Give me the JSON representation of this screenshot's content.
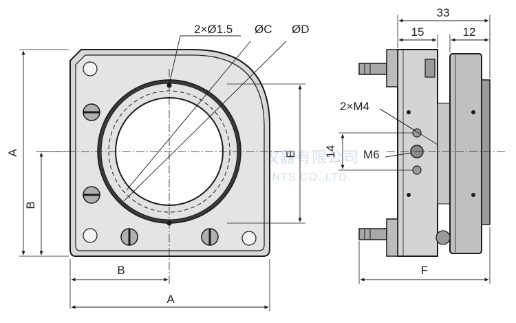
{
  "front_view": {
    "labels": {
      "hole_callout": "2×Ø1.5",
      "diameter_c": "ØC",
      "diameter_d": "ØD",
      "dim_a_vertical": "A",
      "dim_b_vertical": "B",
      "dim_e": "E",
      "dim_b_horizontal": "B",
      "dim_a_horizontal": "A"
    }
  },
  "side_view": {
    "labels": {
      "overall_depth": "33",
      "plate_depth": "15",
      "ring_depth": "12",
      "thread_m4": "2×M4",
      "spacing_14": "14",
      "thread_m6": "M6",
      "dim_f": "F"
    }
  },
  "watermark": {
    "company_cn": "北京赛凡光电仪器有限公司",
    "company_en": "SOFN INSTRUMENTS CO.,LTD."
  },
  "colors": {
    "line": "#1a1a1a",
    "body_fill": "#dcdcdc",
    "body_dark": "#b8b8b8",
    "watermark": "#c9d3e8",
    "logo_red": "#e85a4f"
  }
}
